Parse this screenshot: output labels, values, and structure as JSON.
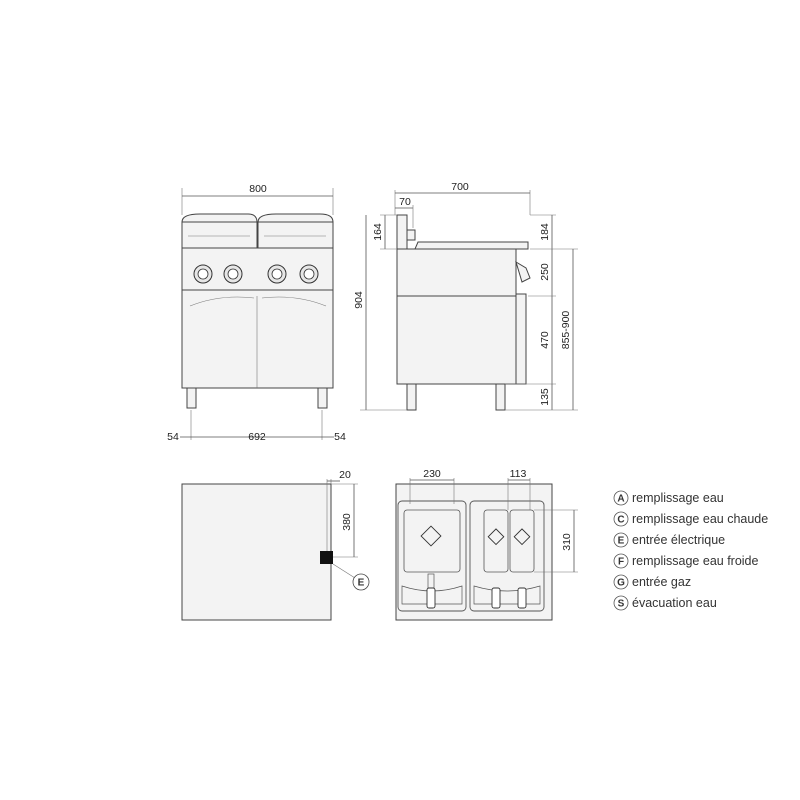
{
  "dimensions": {
    "front_width": "800",
    "leg_left": "54",
    "leg_span": "692",
    "leg_right": "54",
    "side_depth": "700",
    "side_back": "70",
    "side_back_height": "164",
    "side_top": "184",
    "total_height": "904",
    "panel_height": "250",
    "cabinet_height": "470",
    "foot_height": "135",
    "adjustable_height": "855-900",
    "top_offset": "20",
    "top_height": "380",
    "tank_width": "230",
    "basket_width": "113",
    "tank_depth": "310"
  },
  "connection_marker": "E",
  "legend": [
    {
      "letter": "A",
      "text": "remplissage eau"
    },
    {
      "letter": "C",
      "text": "remplissage eau chaude"
    },
    {
      "letter": "E",
      "text": "entrée électrique"
    },
    {
      "letter": "F",
      "text": "remplissage eau froide"
    },
    {
      "letter": "G",
      "text": "entrée gaz"
    },
    {
      "letter": "S",
      "text": "évacuation eau"
    }
  ]
}
